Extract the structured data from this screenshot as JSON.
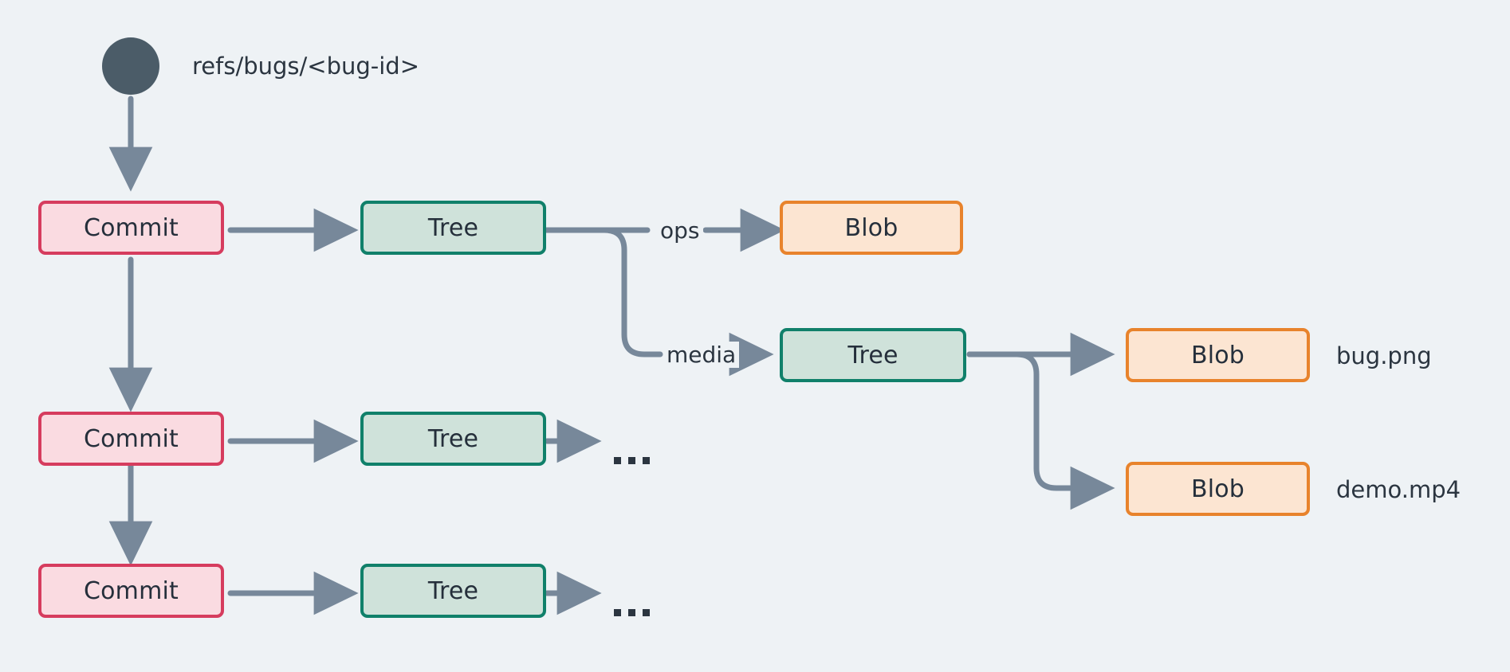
{
  "diagram": {
    "title": "Git object graph for a bug branch",
    "background_color": "#eef2f5",
    "edge_color": "#77889a",
    "colors": {
      "commit_border": "#d63c5e",
      "commit_fill": "#fadbe1",
      "tree_border": "#10806a",
      "tree_fill": "#cfe2da",
      "blob_border": "#e8832c",
      "blob_fill": "#fce5d2",
      "root_circle": "#4b5c68",
      "text": "#2b3540"
    }
  },
  "root": {
    "icon": "filled-circle",
    "ref_label": "refs/bugs/<bug-id>"
  },
  "nodes": {
    "commit_1": "Commit",
    "commit_2": "Commit",
    "commit_3": "Commit",
    "tree_1": "Tree",
    "tree_2": "Tree",
    "tree_3": "Tree",
    "tree_media": "Tree",
    "blob_ops": "Blob",
    "blob_bug_png": "Blob",
    "blob_demo_mp4": "Blob"
  },
  "edge_labels": {
    "ops": "ops",
    "media": "media"
  },
  "file_labels": {
    "bug_png": "bug.png",
    "demo_mp4": "demo.mp4"
  },
  "ellipsis": {
    "tree_2_more": "...",
    "tree_3_more": "..."
  }
}
